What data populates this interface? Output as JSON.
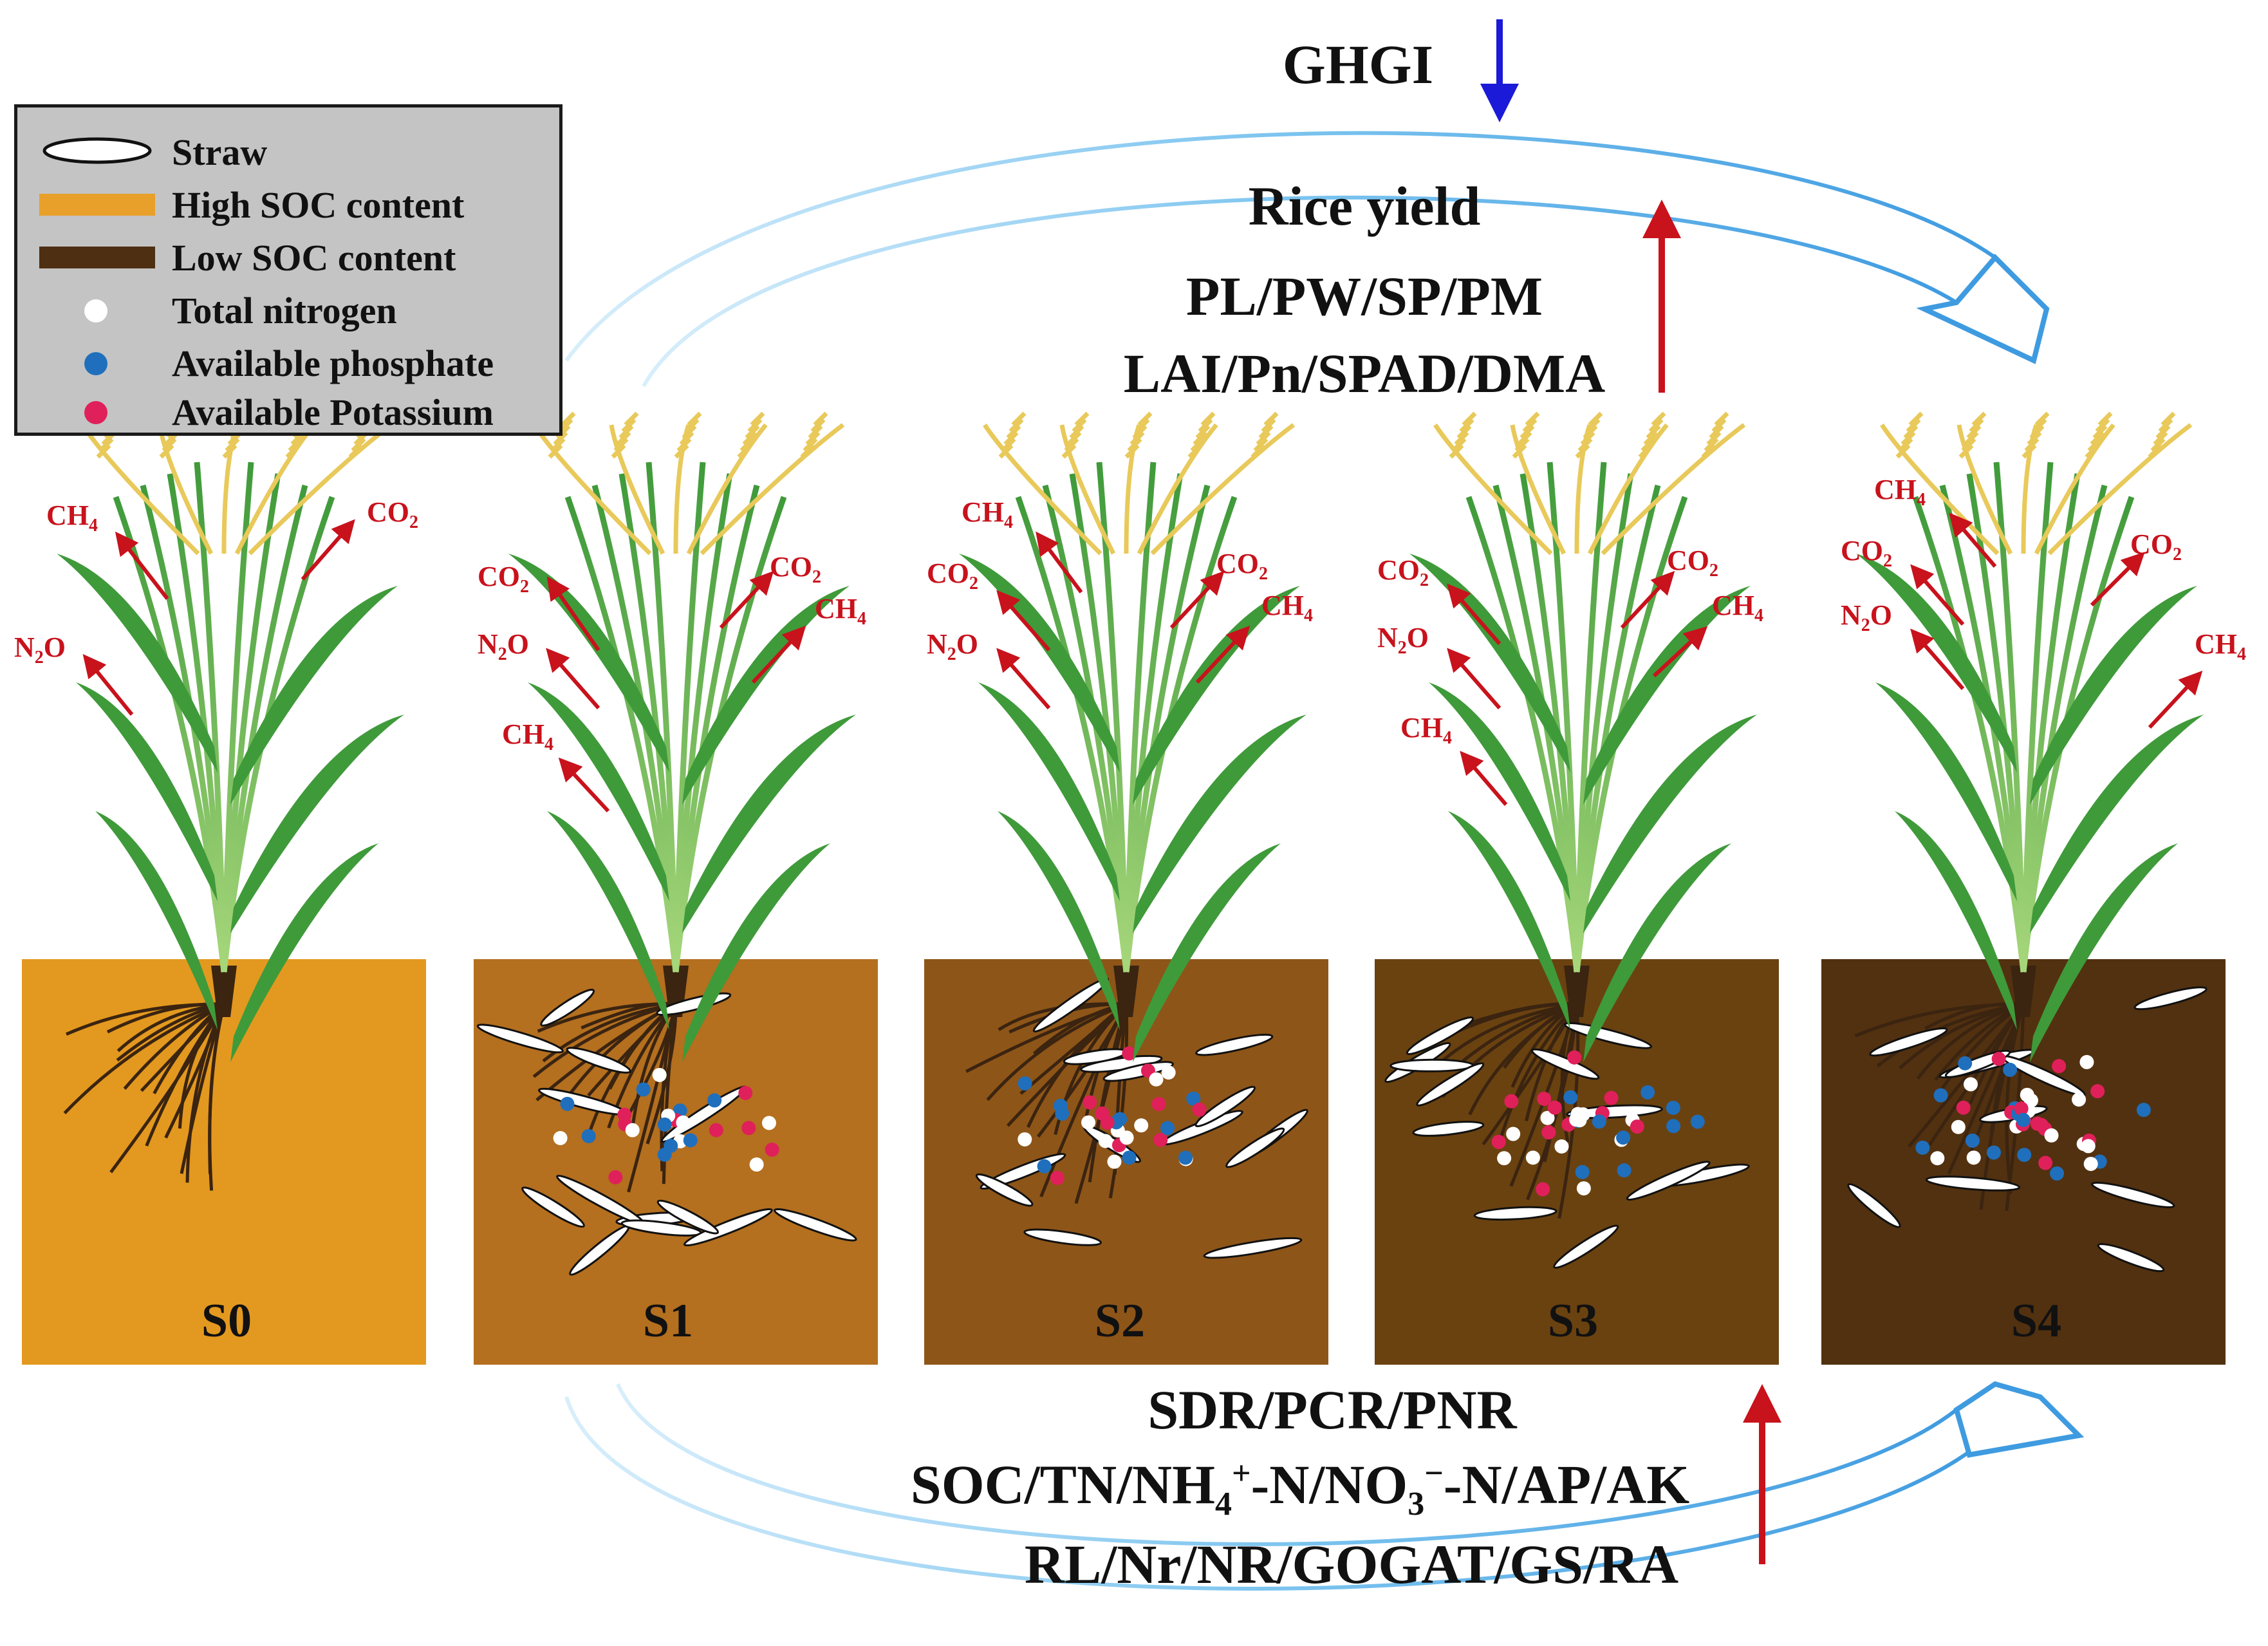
{
  "legend": {
    "items": [
      {
        "label": "Straw",
        "swatch": "straw",
        "color": "#ffffff"
      },
      {
        "label": "High SOC content",
        "swatch": "bar",
        "color": "#e8a02a"
      },
      {
        "label": "Low SOC content",
        "swatch": "bar",
        "color": "#4e2f12"
      },
      {
        "label": "Total nitrogen",
        "swatch": "dot",
        "color": "#ffffff"
      },
      {
        "label": "Available phosphate",
        "swatch": "dot",
        "color": "#1f6fbd"
      },
      {
        "label": "Available Potassium",
        "swatch": "dot",
        "color": "#e0205a"
      }
    ]
  },
  "top": {
    "ghgi": "GHGI",
    "rice_yield": "Rice yield",
    "traits_1": "PL/PW/SP/PM",
    "traits_2": "LAI/Pn/SPAD/DMA"
  },
  "bottom": {
    "line_1": "SDR/PCR/PNR",
    "line_2_parts": [
      "SOC/TN/NH",
      "4",
      "+",
      "-N/NO",
      "3",
      "−",
      "-N/AP/AK"
    ],
    "line_3": "RL/Nr/NR/GOGAT/GS/RA"
  },
  "panels": [
    {
      "label": "S0",
      "soil": "#e3991f",
      "straw": 0,
      "nutrients": 0
    },
    {
      "label": "S1",
      "soil": "#b46f1f",
      "straw": 14,
      "nutrients": 26
    },
    {
      "label": "S2",
      "soil": "#8e5518",
      "straw": 14,
      "nutrients": 30
    },
    {
      "label": "S3",
      "soil": "#6a4210",
      "straw": 12,
      "nutrients": 34
    },
    {
      "label": "S4",
      "soil": "#523110",
      "straw": 10,
      "nutrients": 40
    }
  ],
  "gases": {
    "co2": "CO2",
    "ch4": "CH4",
    "n2o": "N2O"
  },
  "colors": {
    "arrow_up": "#c8121c",
    "arrow_down": "#1a1ad8",
    "flow_arrow": "#3f9be0",
    "leaf": "#3f9a3a",
    "panicle": "#e8c95a",
    "root": "#3b2410"
  }
}
